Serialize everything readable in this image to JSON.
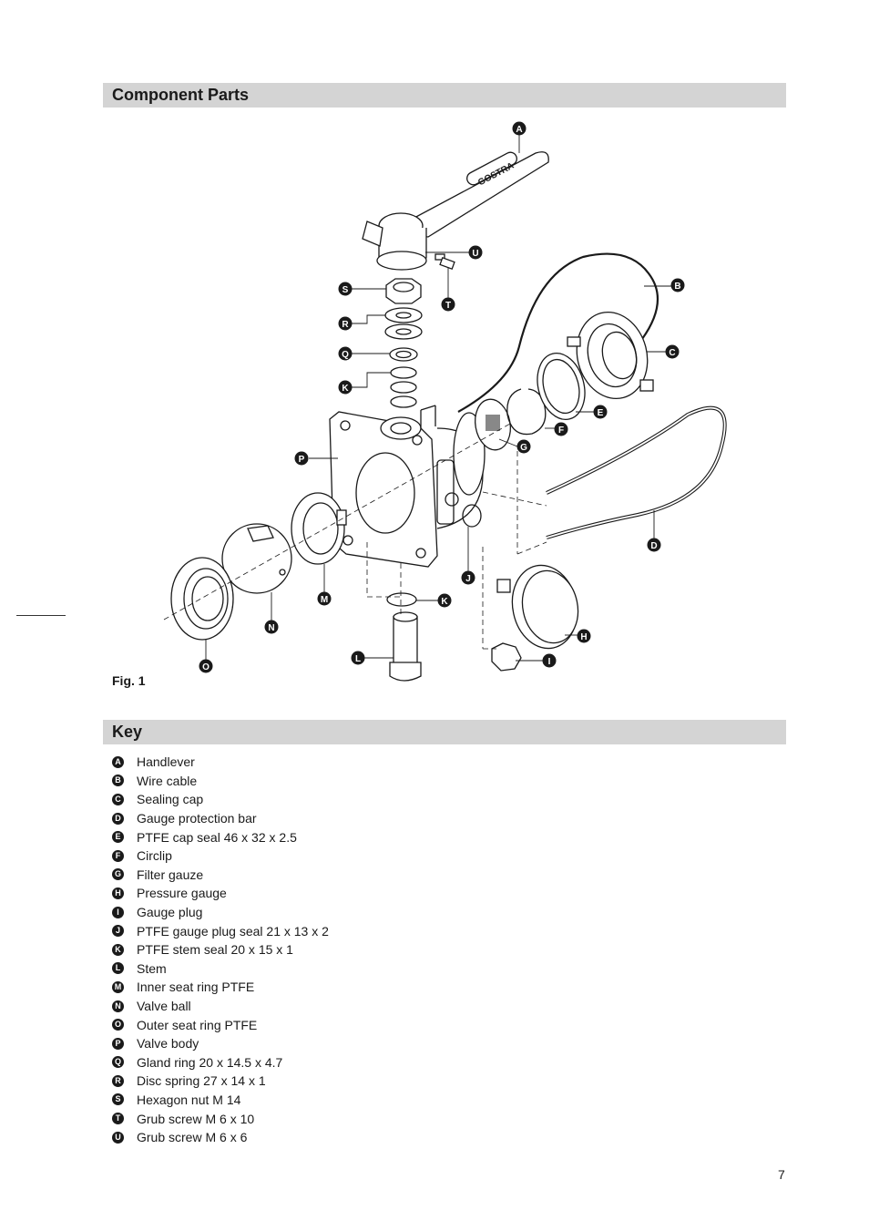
{
  "section_title": "Component Parts",
  "figure": {
    "caption": "Fig. 1",
    "brand_text": "GOSTRA",
    "callouts": [
      "A",
      "B",
      "C",
      "D",
      "E",
      "F",
      "G",
      "H",
      "I",
      "J",
      "K",
      "K",
      "L",
      "M",
      "N",
      "O",
      "P",
      "Q",
      "R",
      "S",
      "T",
      "U"
    ]
  },
  "key_title": "Key",
  "key_items": [
    {
      "letter": "A",
      "label": "Handlever"
    },
    {
      "letter": "B",
      "label": "Wire cable"
    },
    {
      "letter": "C",
      "label": "Sealing cap"
    },
    {
      "letter": "D",
      "label": "Gauge protection bar"
    },
    {
      "letter": "E",
      "label": "PTFE cap seal 46 x 32 x 2.5"
    },
    {
      "letter": "F",
      "label": "Circlip"
    },
    {
      "letter": "G",
      "label": "Filter gauze"
    },
    {
      "letter": "H",
      "label": "Pressure gauge"
    },
    {
      "letter": "I",
      "label": "Gauge plug"
    },
    {
      "letter": "J",
      "label": "PTFE gauge plug seal 21 x 13 x 2"
    },
    {
      "letter": "K",
      "label": "PTFE stem seal 20 x 15 x 1"
    },
    {
      "letter": "L",
      "label": "Stem"
    },
    {
      "letter": "M",
      "label": "Inner seat ring PTFE"
    },
    {
      "letter": "N",
      "label": "Valve ball"
    },
    {
      "letter": "O",
      "label": "Outer seat ring PTFE"
    },
    {
      "letter": "P",
      "label": "Valve body"
    },
    {
      "letter": "Q",
      "label": "Gland ring 20 x 14.5 x 4.7"
    },
    {
      "letter": "R",
      "label": "Disc spring 27 x 14 x 1"
    },
    {
      "letter": "S",
      "label": "Hexagon nut M 14"
    },
    {
      "letter": "T",
      "label": "Grub screw M 6 x 10"
    },
    {
      "letter": "U",
      "label": "Grub screw M 6 x 6"
    }
  ],
  "page_number": "7"
}
